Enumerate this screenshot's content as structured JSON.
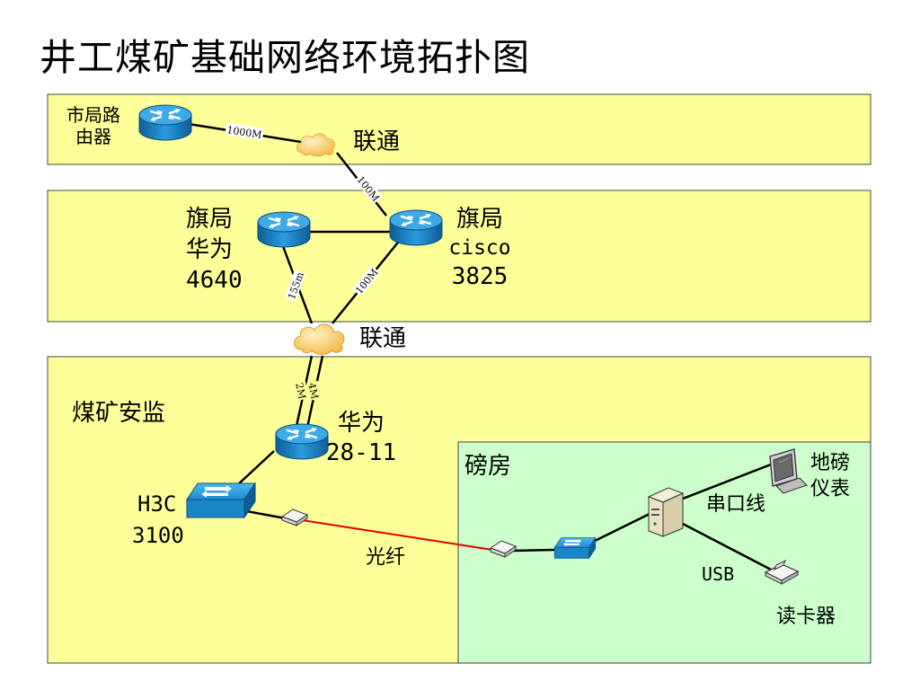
{
  "title": "井工煤矿基础网络环境拓扑图",
  "zones": {
    "city": "",
    "banner": "",
    "mine": "煤矿安监",
    "weigh": "磅房"
  },
  "nodes": {
    "city_router": {
      "line1": "市局路",
      "line2": "由器"
    },
    "cloud_top": "联通",
    "banner_huawei": {
      "line1": "旗局",
      "line2": "华为",
      "line3": "4640"
    },
    "banner_cisco": {
      "line1": "旗局",
      "line2": "cisco",
      "line3": "3825"
    },
    "cloud_mid": "联通",
    "mine_huawei": {
      "line1": "华为",
      "line2": "28-11"
    },
    "h3c": {
      "line1": "H3C",
      "line2": "3100"
    },
    "fiber": "光纤",
    "serial": "串口线",
    "usb": "USB",
    "scale": {
      "line1": "地磅",
      "line2": "仪表"
    },
    "card_reader": "读卡器"
  },
  "links": {
    "l1000m": "1000M",
    "l100m_top": "100M",
    "l155m": "155m",
    "l100m_mid": "100M",
    "l2m": "2M",
    "l4m": "4M"
  },
  "colors": {
    "zone_yellow": "#ffff99",
    "zone_green": "#ccffcc",
    "router_blue": "#1a86c7",
    "cloud": "#ffcc66",
    "fiber_red": "#e00000"
  }
}
